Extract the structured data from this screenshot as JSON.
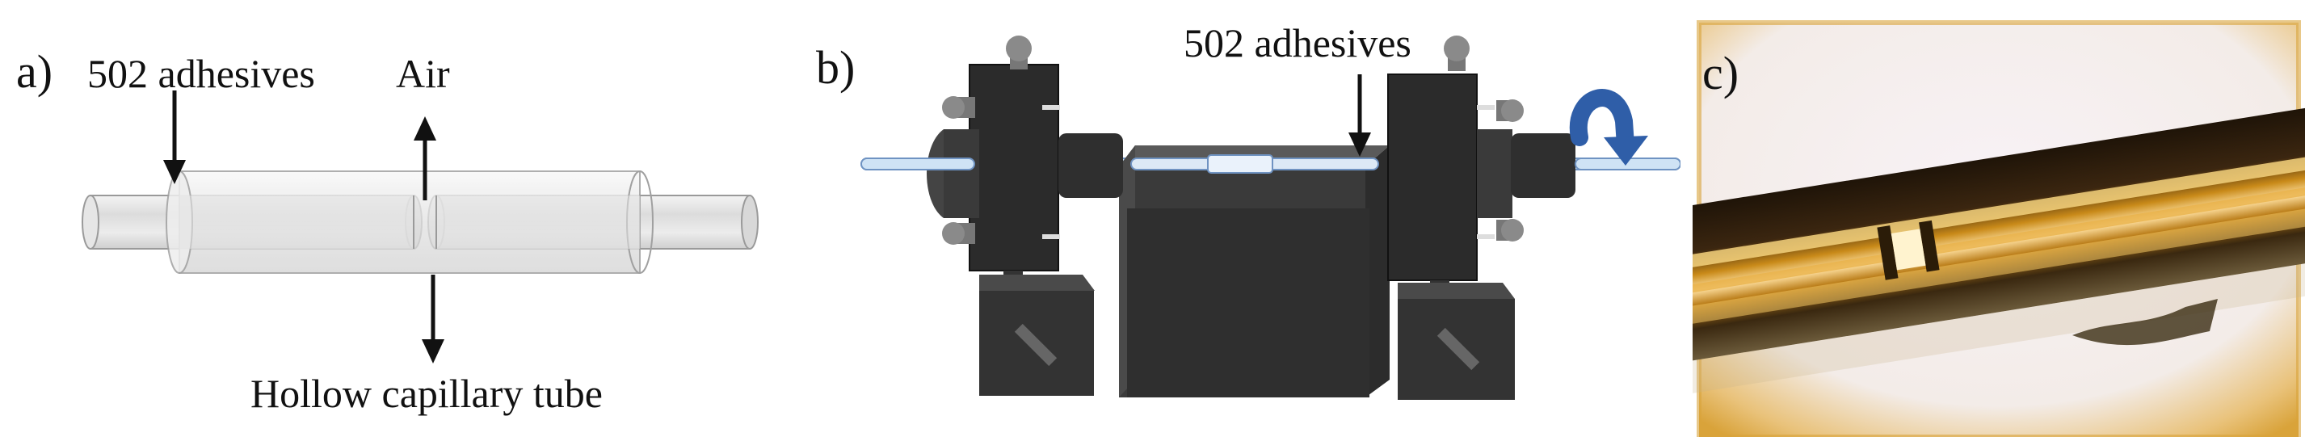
{
  "panel_a": {
    "label": "a)",
    "adhesive_label": "502 adhesives",
    "air_label": "Air",
    "tube_label": "Hollow capillary tube"
  },
  "panel_b": {
    "label": "b)",
    "adhesive_label": "502 adhesives"
  },
  "panel_c": {
    "label": "c)"
  },
  "colors": {
    "fiber": "#cfe3f5",
    "fiber_edge": "#6f93c2",
    "stage": "#2b2b2b",
    "rotate_arrow": "#2f5ea8",
    "micro_background": "#f5eef3",
    "micro_tube": "#3a2a10",
    "micro_glow": "#e8a21a"
  }
}
